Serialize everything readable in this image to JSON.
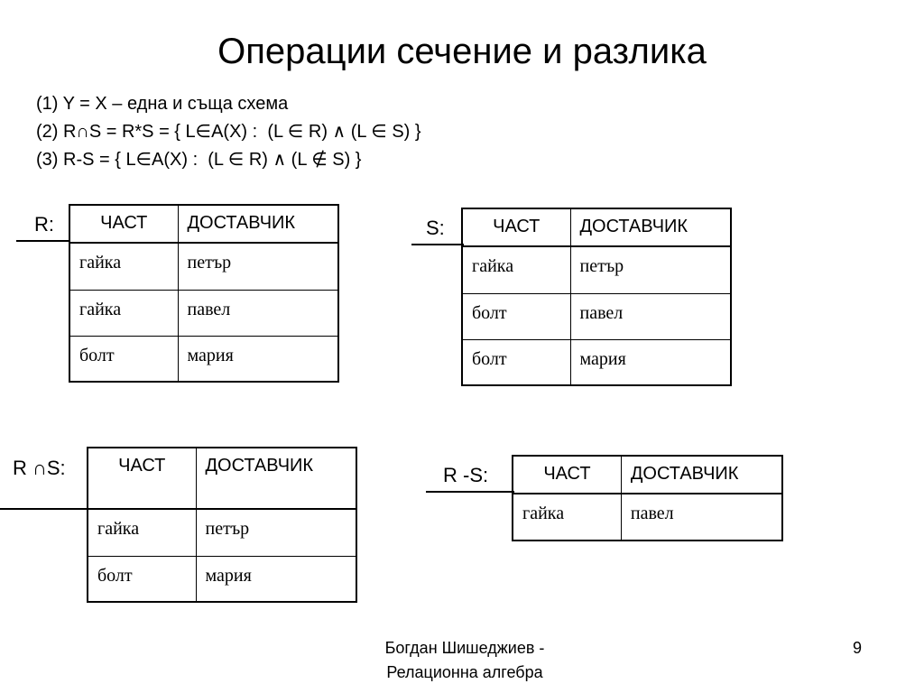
{
  "title": "Операции сечение и разлика",
  "formulas": [
    "(1) Y = X – една и съща схема",
    "(2) R∩S = R*S = { L∈A(X) :  (L ∈ R) ∧ (L ∈ S) }",
    "(3) R-S = { L∈A(X) :  (L ∈ R) ∧ (L ∉ S) }"
  ],
  "relations": {
    "r": {
      "label": "R:",
      "headers": [
        "ЧАСТ",
        "ДОСТАВЧИК"
      ],
      "rows": [
        [
          "гайка",
          "петър"
        ],
        [
          "гайка",
          "павел"
        ],
        [
          "болт",
          "мария"
        ]
      ]
    },
    "s": {
      "label": "S:",
      "headers": [
        "ЧАСТ",
        "ДОСТАВЧИК"
      ],
      "rows": [
        [
          "гайка",
          "петър"
        ],
        [
          "болт",
          "павел"
        ],
        [
          "болт",
          "мария"
        ]
      ]
    },
    "intersection": {
      "label": "R ∩S:",
      "headers": [
        "ЧАСТ",
        "ДОСТАВЧИК"
      ],
      "rows": [
        [
          "гайка",
          "петър"
        ],
        [
          "болт",
          "мария"
        ]
      ]
    },
    "difference": {
      "label": "R -S:",
      "headers": [
        "ЧАСТ",
        "ДОСТАВЧИК"
      ],
      "rows": [
        [
          "гайка",
          "павел"
        ]
      ]
    }
  },
  "footer": {
    "author_line1": "Богдан Шишеджиев -",
    "author_line2": "Релационна алгебра",
    "page_number": "9"
  }
}
